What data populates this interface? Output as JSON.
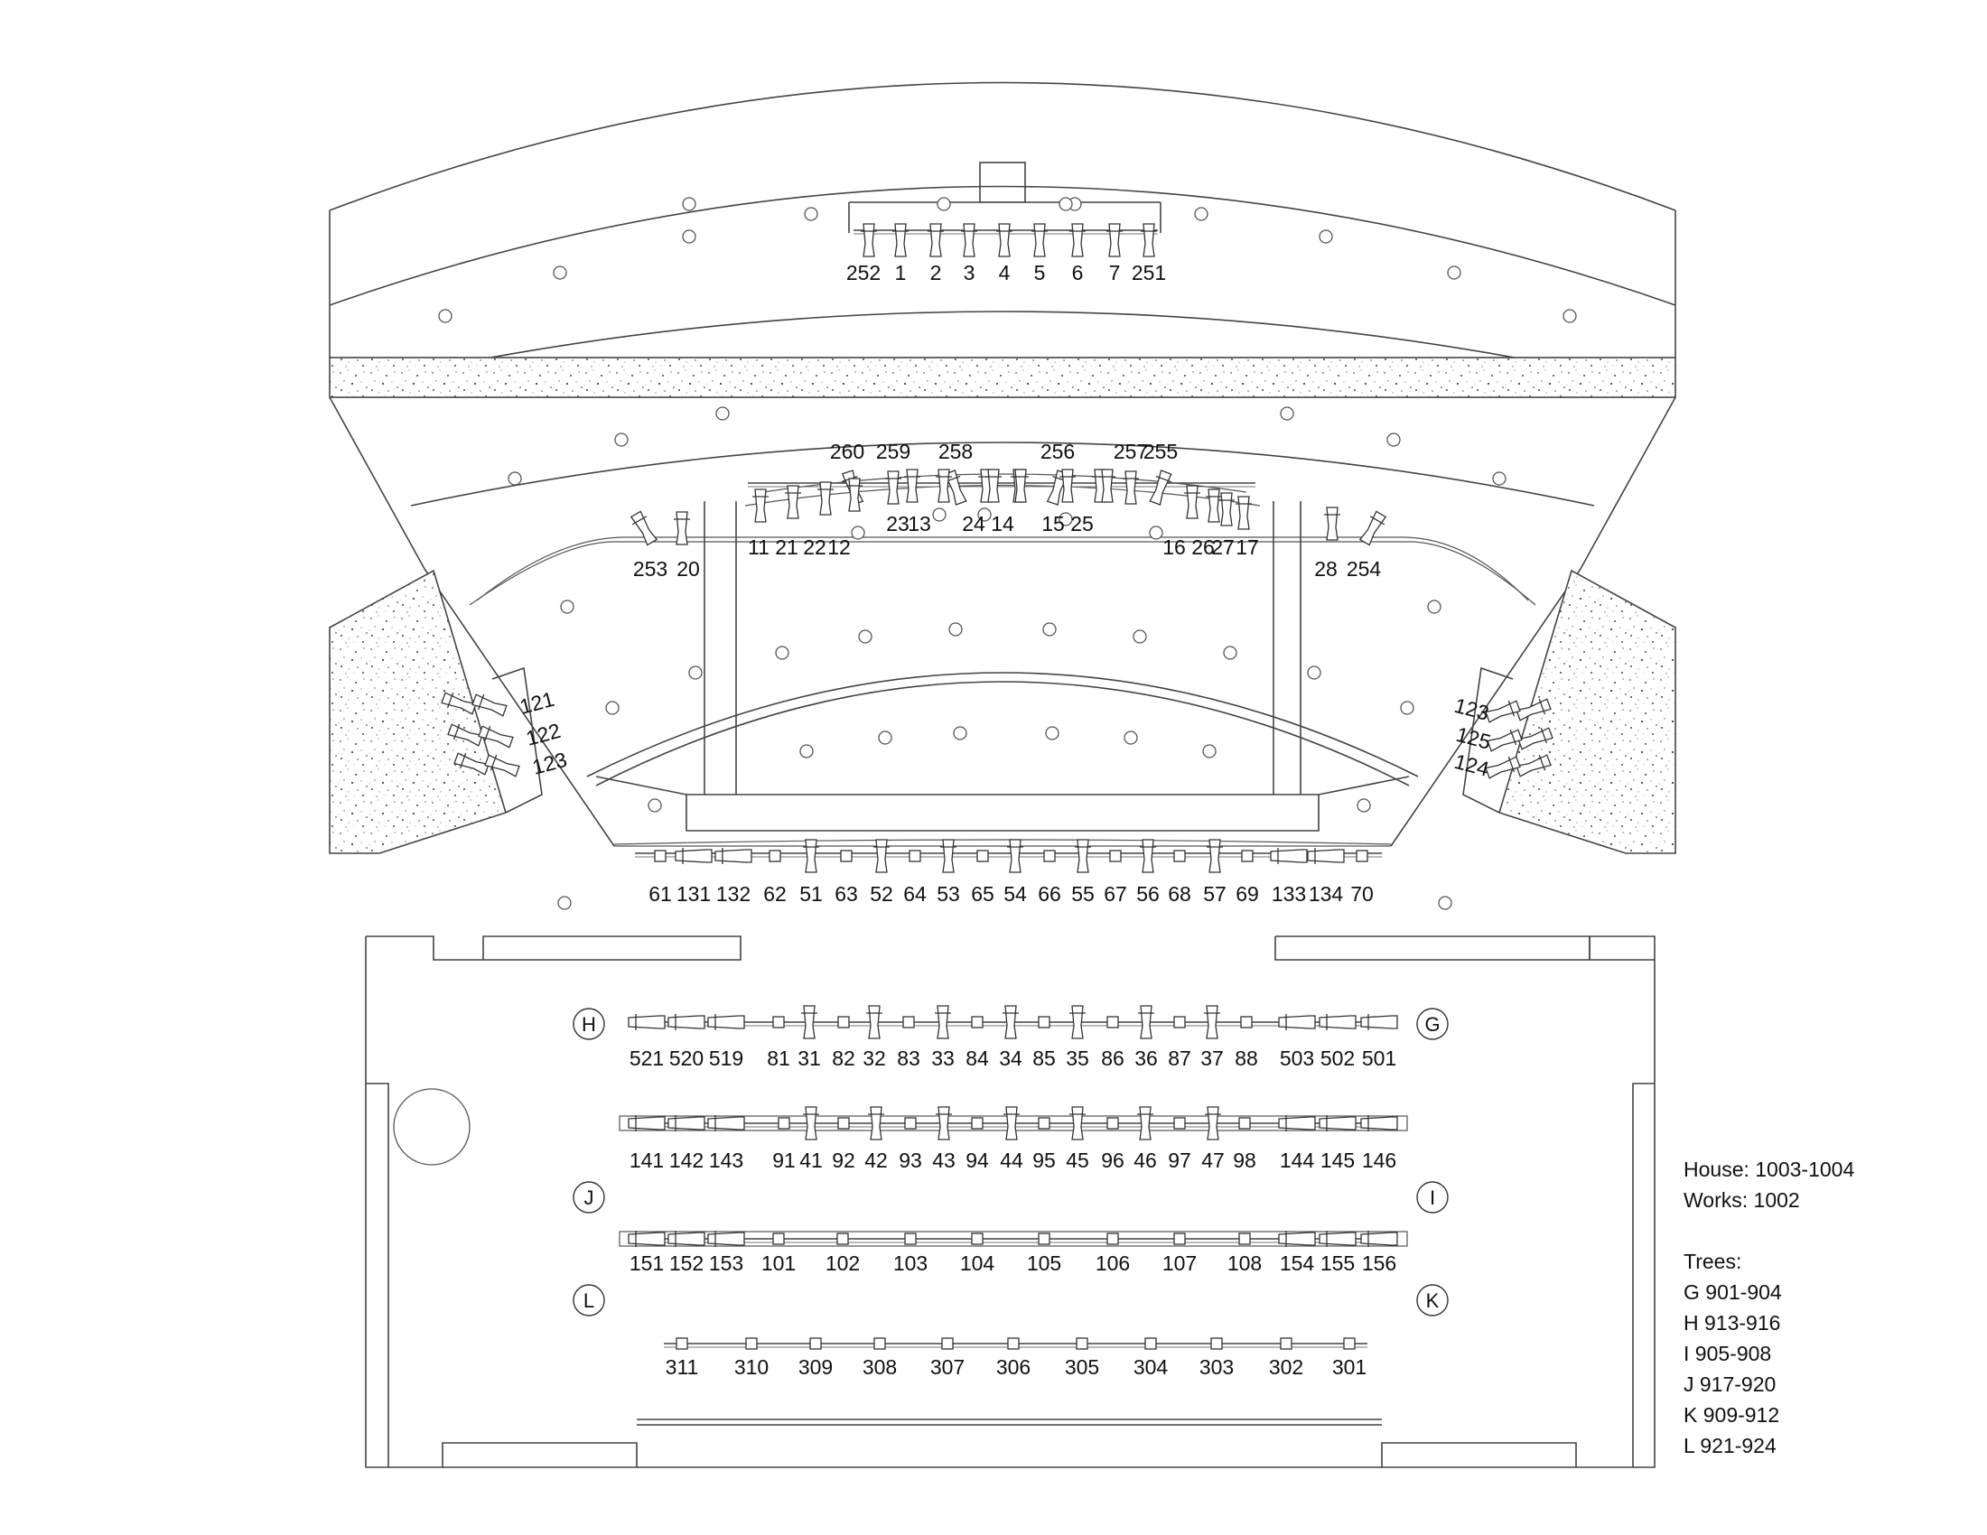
{
  "upper_stage": {
    "top_pipe": [
      "252",
      "1",
      "2",
      "3",
      "4",
      "5",
      "6",
      "7",
      "251"
    ],
    "arc_upper": [
      "260",
      "259",
      "258",
      "256",
      "257",
      "255"
    ],
    "arc_lower_left": [
      "11",
      "21",
      "22",
      "12"
    ],
    "arc_lower_center": [
      "23",
      "13",
      "24",
      "14",
      "15",
      "25"
    ],
    "arc_lower_right": [
      "16",
      "26",
      "27",
      "17"
    ],
    "side_left": [
      "253",
      "20"
    ],
    "side_right": [
      "28",
      "254"
    ],
    "wing_left": [
      "121",
      "122",
      "123"
    ],
    "wing_right": [
      "123",
      "125",
      "124"
    ],
    "front_pipe": [
      "61",
      "131",
      "132",
      "62",
      "51",
      "63",
      "52",
      "64",
      "53",
      "65",
      "54",
      "66",
      "55",
      "67",
      "56",
      "68",
      "57",
      "69",
      "133",
      "134",
      "70"
    ]
  },
  "lower_stage": {
    "pipe_1": [
      "521",
      "520",
      "519",
      "81",
      "31",
      "82",
      "32",
      "83",
      "33",
      "84",
      "34",
      "85",
      "35",
      "86",
      "36",
      "87",
      "37",
      "88",
      "503",
      "502",
      "501"
    ],
    "pipe_2": [
      "141",
      "142",
      "143",
      "91",
      "41",
      "92",
      "42",
      "93",
      "43",
      "94",
      "44",
      "95",
      "45",
      "96",
      "46",
      "97",
      "47",
      "98",
      "144",
      "145",
      "146"
    ],
    "pipe_3": [
      "151",
      "152",
      "153",
      "101",
      "102",
      "103",
      "104",
      "105",
      "106",
      "107",
      "108",
      "154",
      "155",
      "156"
    ],
    "pipe_4": [
      "311",
      "310",
      "309",
      "308",
      "307",
      "306",
      "305",
      "304",
      "303",
      "302",
      "301"
    ],
    "trees": [
      "H",
      "G",
      "J",
      "I",
      "L",
      "K"
    ]
  },
  "notes": {
    "house": "House: 1003-1004",
    "works": "Works: 1002",
    "trees_title": "Trees:",
    "tree_lines": [
      "G 901-904",
      "H 913-916",
      "I 905-908",
      "J 917-920",
      "K 909-912",
      "L 921-924"
    ]
  }
}
